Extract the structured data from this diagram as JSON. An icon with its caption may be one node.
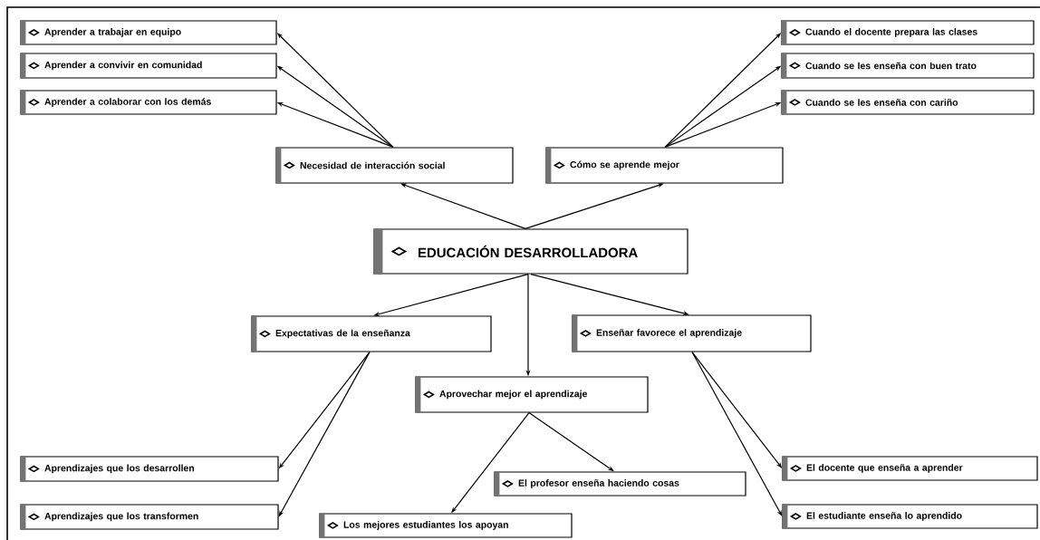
{
  "diagram": {
    "nodes": [
      {
        "text": [
          "Aprender a trabajar en equipo"
        ]
      },
      {
        "text": [
          "Cuando el docente prepara las clases"
        ]
      },
      {
        "text": [
          "Aprender a convivir en comunidad"
        ]
      },
      {
        "text": [
          "Cuando se les enseña con buen trato"
        ]
      },
      {
        "text": [
          "Aprender a colaborar con los demás"
        ]
      },
      {
        "text": [
          "Cuando se les enseña con cariño"
        ]
      },
      {
        "text": [
          "Necesidad de interacción social"
        ]
      },
      {
        "text": [
          "Cómo se aprende mejor"
        ]
      },
      {
        "text": [
          "EDUCACIÓN DESARROLLADORA"
        ]
      },
      {
        "text": [
          "Expectativas de la enseñanza"
        ]
      },
      {
        "text": [
          "Enseñar favorece el aprendizaje"
        ]
      },
      {
        "text": [
          "Aprovechar mejor el aprendizaje"
        ]
      },
      {
        "text": [
          "Aprendizajes que los desarrollen"
        ]
      },
      {
        "text": [
          "El docente que enseña a aprender"
        ]
      },
      {
        "text": [
          "El profesor enseña haciendo cosas"
        ]
      },
      {
        "text": [
          "Aprendizajes que los transformen"
        ]
      },
      {
        "text": [
          "El estudiante enseña lo aprendido"
        ]
      },
      {
        "text": [
          "Los mejores estudiantes los apoyan"
        ]
      }
    ],
    "edges": [
      {
        "from": 8,
        "to": 6,
        "arrow": "to"
      },
      {
        "from": 8,
        "to": 7,
        "arrow": "to"
      },
      {
        "from": 6,
        "to": 0,
        "arrow": "to"
      },
      {
        "from": 6,
        "to": 2,
        "arrow": "to"
      },
      {
        "from": 6,
        "to": 4,
        "arrow": "to"
      },
      {
        "from": 7,
        "to": 1,
        "arrow": "to"
      },
      {
        "from": 7,
        "to": 3,
        "arrow": "to"
      },
      {
        "from": 7,
        "to": 5,
        "arrow": "to"
      },
      {
        "from": 8,
        "to": 9,
        "arrow": "to"
      },
      {
        "from": 8,
        "to": 11,
        "arrow": "to"
      },
      {
        "from": 8,
        "to": 10,
        "arrow": "to"
      },
      {
        "from": 9,
        "to": 12,
        "arrow": "to"
      },
      {
        "from": 9,
        "to": 15,
        "arrow": "to"
      },
      {
        "from": 11,
        "to": 14,
        "arrow": "to"
      },
      {
        "from": 11,
        "to": 17,
        "arrow": "to"
      },
      {
        "from": 10,
        "to": 13,
        "arrow": "to"
      },
      {
        "from": 10,
        "to": 16,
        "arrow": "to"
      }
    ]
  }
}
